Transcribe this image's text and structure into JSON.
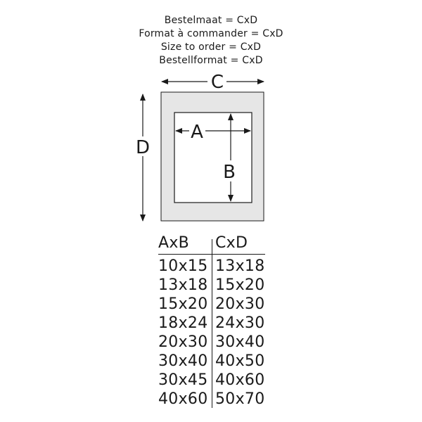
{
  "caption": {
    "lines": [
      "Bestelmaat = CxD",
      "Format à commander = CxD",
      "Size to order = CxD",
      "Bestellformat = CxD"
    ]
  },
  "diagram": {
    "labels": {
      "outer_width": "C",
      "outer_height": "D",
      "inner_width": "A",
      "inner_height": "B"
    },
    "colors": {
      "mat": "#e6e6e6",
      "window": "#ffffff",
      "stroke": "#1a1a1a"
    }
  },
  "table": {
    "headers": [
      "AxB",
      "CxD"
    ],
    "rows": [
      [
        "10x15",
        "13x18"
      ],
      [
        "13x18",
        "15x20"
      ],
      [
        "15x20",
        "20x30"
      ],
      [
        "18x24",
        "24x30"
      ],
      [
        "20x30",
        "30x40"
      ],
      [
        "30x40",
        "40x50"
      ],
      [
        "30x45",
        "40x60"
      ],
      [
        "40x60",
        "50x70"
      ]
    ]
  }
}
